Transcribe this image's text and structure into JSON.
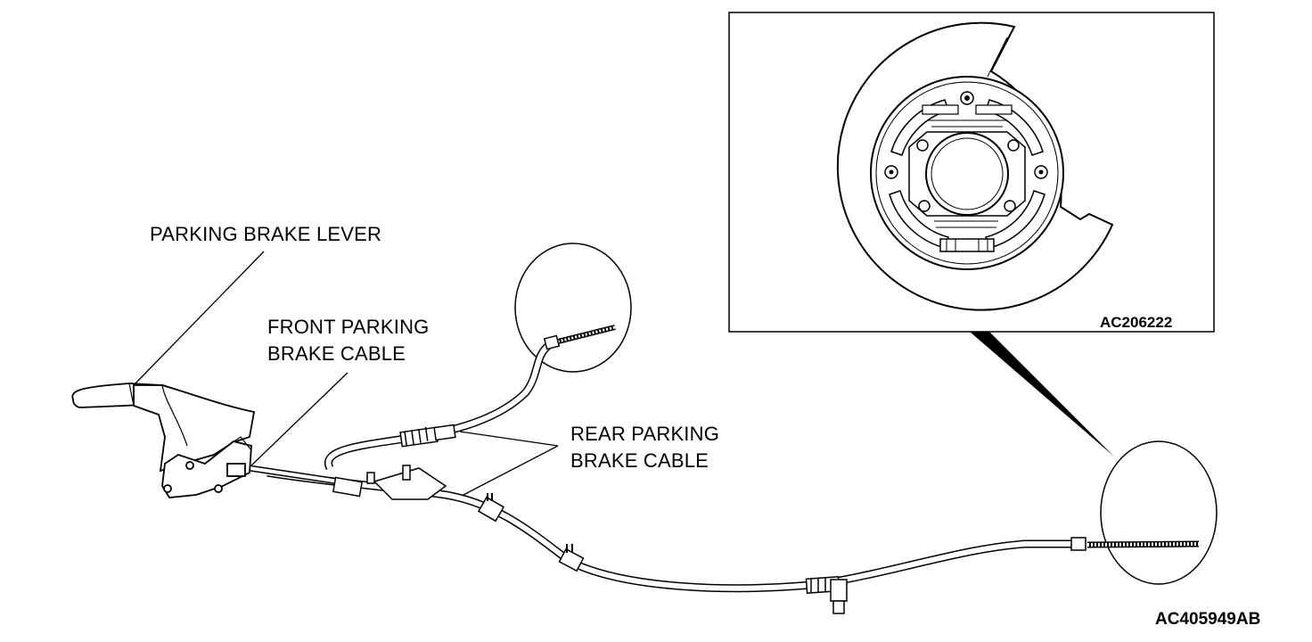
{
  "labels": {
    "parking_brake_lever": "PARKING BRAKE LEVER",
    "front_cable_line1": "FRONT PARKING",
    "front_cable_line2": "BRAKE CABLE",
    "rear_cable_line1": "REAR PARKING",
    "rear_cable_line2": "BRAKE CABLE"
  },
  "codes": {
    "inset_code": "AC206222",
    "figure_code": "AC405949AB"
  }
}
